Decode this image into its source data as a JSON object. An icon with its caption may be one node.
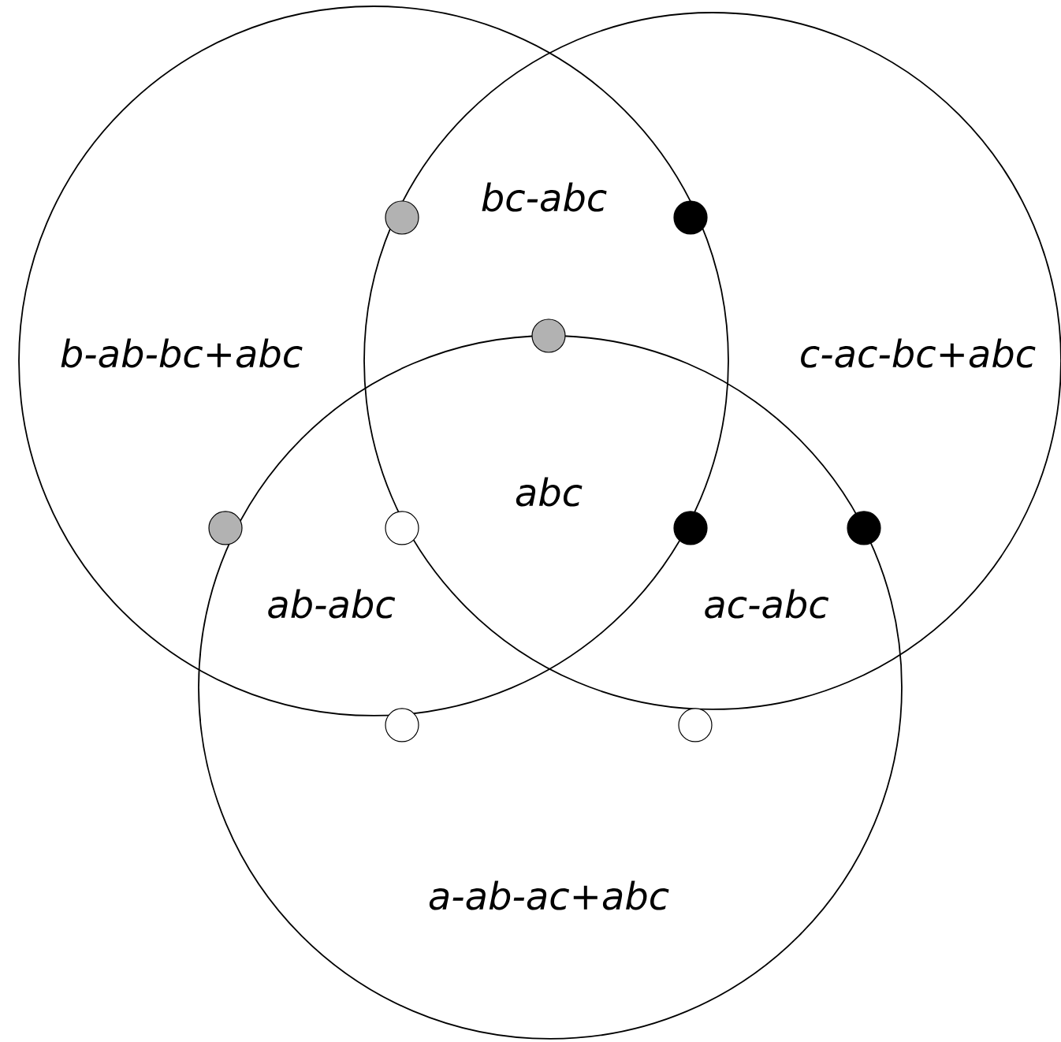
{
  "diagram": {
    "nodes": [
      {
        "text": [],
        "shape": "circle"
      },
      {
        "text": [],
        "shape": "circle"
      },
      {
        "text": [],
        "shape": "circle"
      }
    ],
    "labels": [
      "bc-abc",
      "b-ab-bc+abc",
      "c-ac-bc+abc",
      "abc",
      "ab-abc",
      "ac-abc",
      "a-ab-ac+abc"
    ]
  }
}
